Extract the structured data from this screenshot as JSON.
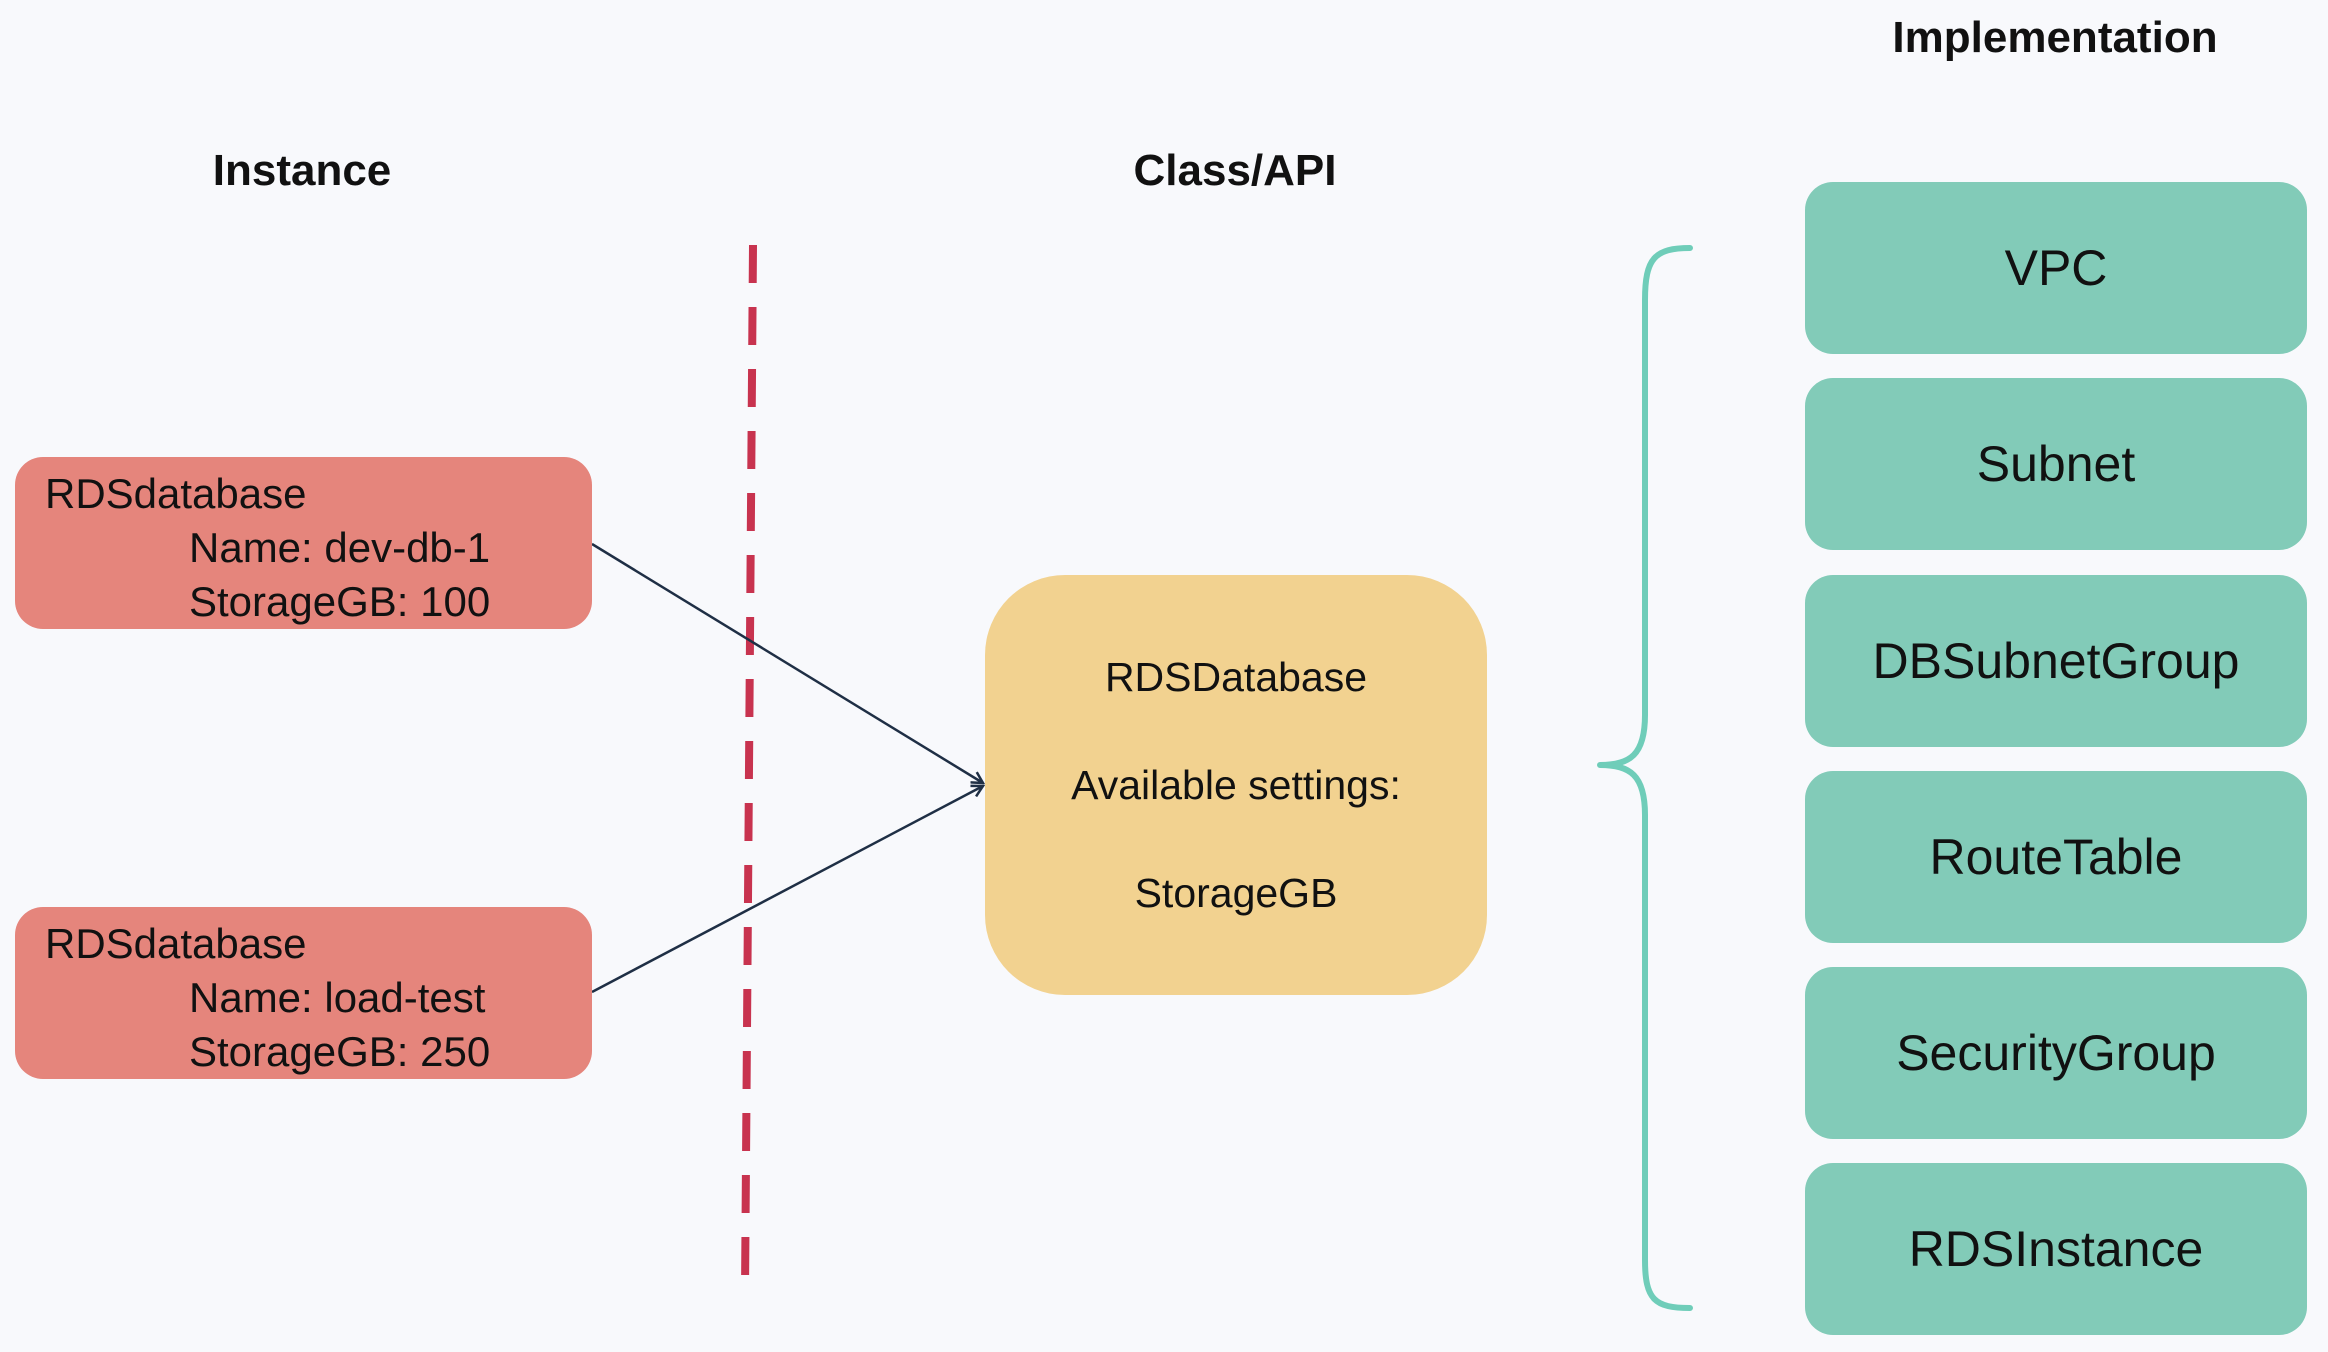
{
  "headings": {
    "instance": "Instance",
    "class_api": "Class/API",
    "implementation": "Implementation"
  },
  "instances": [
    {
      "type": "RDSdatabase",
      "name": "Name: dev-db-1",
      "storage": "StorageGB: 100"
    },
    {
      "type": "RDSdatabase",
      "name": "Name: load-test",
      "storage": "StorageGB: 250"
    }
  ],
  "class_box": {
    "title": "RDSDatabase",
    "settings_label": "Available settings:",
    "setting": "StorageGB"
  },
  "implementation": [
    "VPC",
    "Subnet",
    "DBSubnetGroup",
    "RouteTable",
    "SecurityGroup",
    "RDSInstance"
  ],
  "colors": {
    "instance_fill": "#e5857c",
    "class_fill": "#f2d290",
    "impl_fill": "#82cbb8",
    "divider": "#c8334f",
    "brace": "#6fcdb9",
    "arrow": "#1f2f45",
    "background": "#f8f9fc"
  }
}
